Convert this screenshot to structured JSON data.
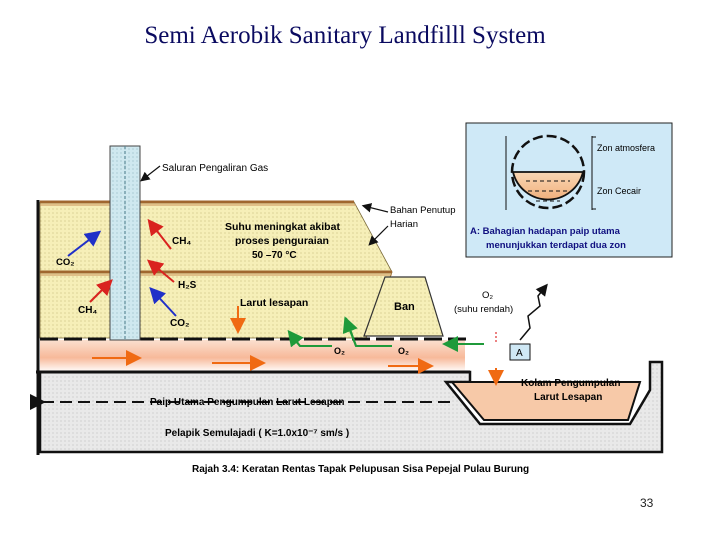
{
  "slide": {
    "title": "Semi Aerobik Sanitary Landfilll System",
    "page_number": "33"
  },
  "diagram": {
    "labels": {
      "gas_pipe": "Saluran Pengaliran Gas",
      "cover_material_line1": "Bahan Penutup",
      "cover_material_line2": "Harian",
      "temp_line1": "Suhu meningkat akibat",
      "temp_line2": "proses penguraian",
      "temp_line3": "50 –70 °C",
      "ch4_upper": "CH₄",
      "co2_left": "CO₂",
      "h2s": "H₂S",
      "ch4_lower": "CH₄",
      "co2_lower": "CO₂",
      "leachate": "Larut lesapan",
      "bund": "Ban",
      "o2_low_temp_line1": "O₂",
      "o2_low_temp_line2": "(suhu rendah)",
      "o2_a": "O₂",
      "o2_b": "O₂",
      "point_a": "A",
      "pond_line1": "Kolam Pengumpulan",
      "pond_line2": "Larut Lesapan",
      "main_pipe": "Paip Utama Pengumpulan Larut Lesapan",
      "liner": "Pelapik Semulajadi ( K=1.0x10⁻⁷ sm/s )",
      "caption": "Rajah 3.4: Keratan Rentas Tapak  Pelupusan Sisa Pepejal Pulau Burung"
    },
    "inset": {
      "zone_atmosphere": "Zon atmosfera",
      "zone_liquid": "Zon Cecair",
      "note_line1": "A: Bahagian hadapan paip utama",
      "note_line2": "menunjukkan terdapat dua zon"
    },
    "colors": {
      "waste_fill": "#f6efb8",
      "inset_bg": "#cfe9f7",
      "leachate_fill": "#f3b585",
      "pipe_fill": "#bfe3ef",
      "arrow_red": "#d9231f",
      "arrow_blue": "#2030c8",
      "arrow_orange": "#f06a12",
      "arrow_green": "#1f9a3a"
    }
  }
}
